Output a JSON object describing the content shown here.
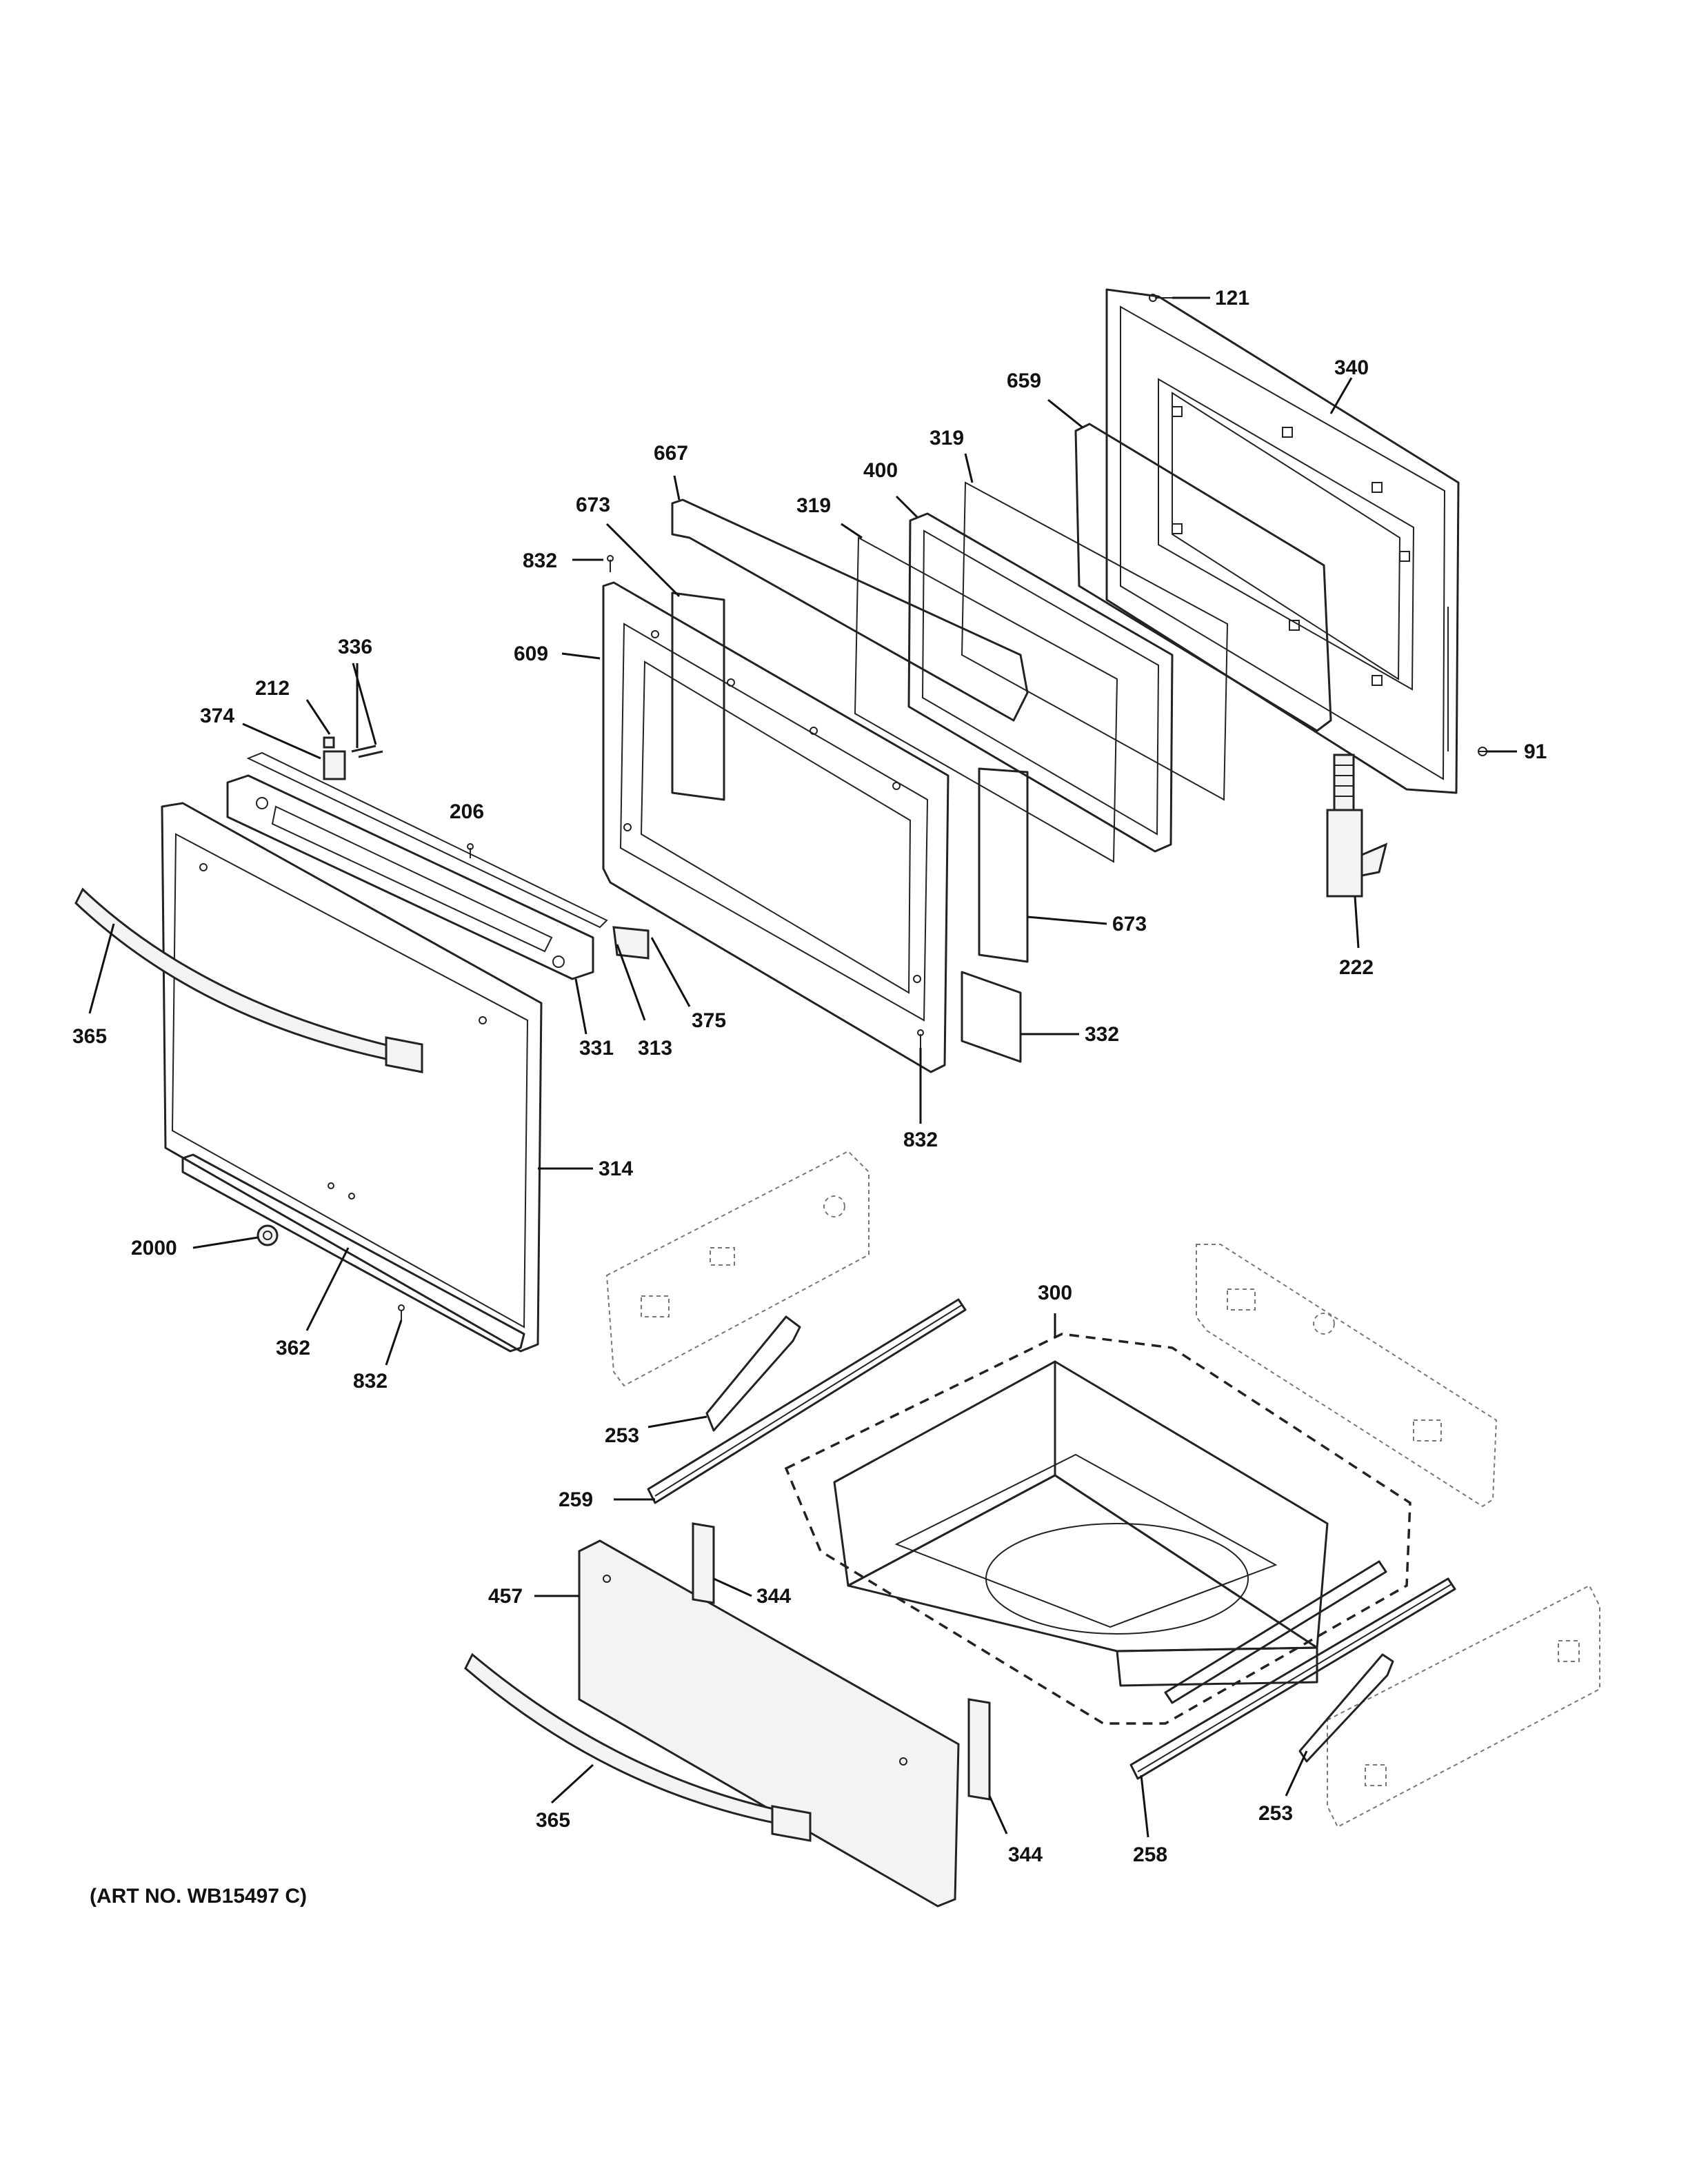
{
  "callouts": {
    "c121": "121",
    "c340": "340",
    "c659": "659",
    "c319a": "319",
    "c400": "400",
    "c319b": "319",
    "c667": "667",
    "c673a": "673",
    "c832a": "832",
    "c609": "609",
    "c336": "336",
    "c212": "212",
    "c374": "374",
    "c206": "206",
    "c91": "91",
    "c222": "222",
    "c673b": "673",
    "c365a": "365",
    "c375": "375",
    "c313": "313",
    "c331": "331",
    "c332": "332",
    "c832b": "832",
    "c314": "314",
    "c2000": "2000",
    "c362": "362",
    "c832c": "832",
    "c300": "300",
    "c253a": "253",
    "c259": "259",
    "c457": "457",
    "c344a": "344",
    "c365b": "365",
    "c344b": "344",
    "c258": "258",
    "c253b": "253"
  },
  "caption": "(ART NO. WB15497 C)"
}
